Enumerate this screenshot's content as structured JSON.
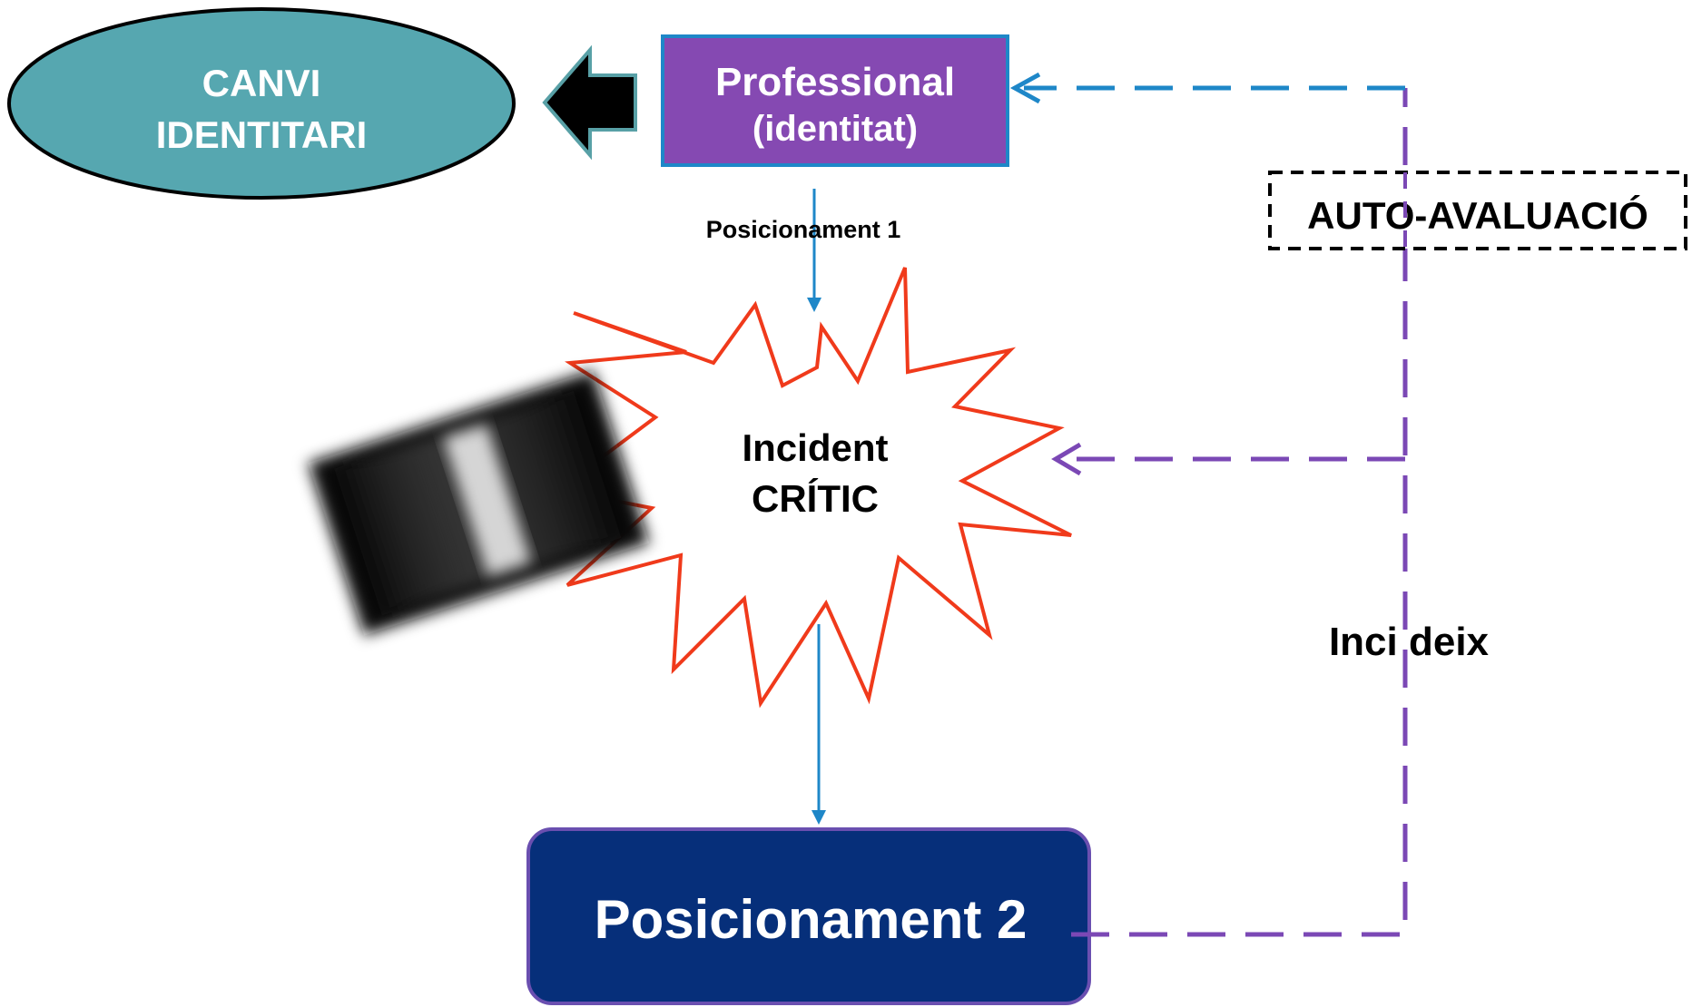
{
  "nodes": {
    "canvi": {
      "line1": "CANVI",
      "line2": "IDENTITARI"
    },
    "professional": {
      "line1": "Professional",
      "line2": "(identitat)"
    },
    "incident": {
      "line1": "Incident",
      "line2": "CRÍTIC"
    },
    "posicionament2": {
      "label": "Posicionament 2"
    },
    "autoavaluacio": {
      "label": "AUTO-AVALUACIÓ"
    }
  },
  "labels": {
    "posicionament1": "Posicionament 1",
    "incideix": "Inci deix"
  },
  "image": {
    "description_icon": "silhouette-argument-image"
  },
  "colors": {
    "teal": "#56a7b0",
    "purple": "#8549b2",
    "navy": "#062f7a",
    "blue_line": "#1e87c8",
    "purple_line": "#7b48b5",
    "star_stroke": "#f03a1b"
  }
}
